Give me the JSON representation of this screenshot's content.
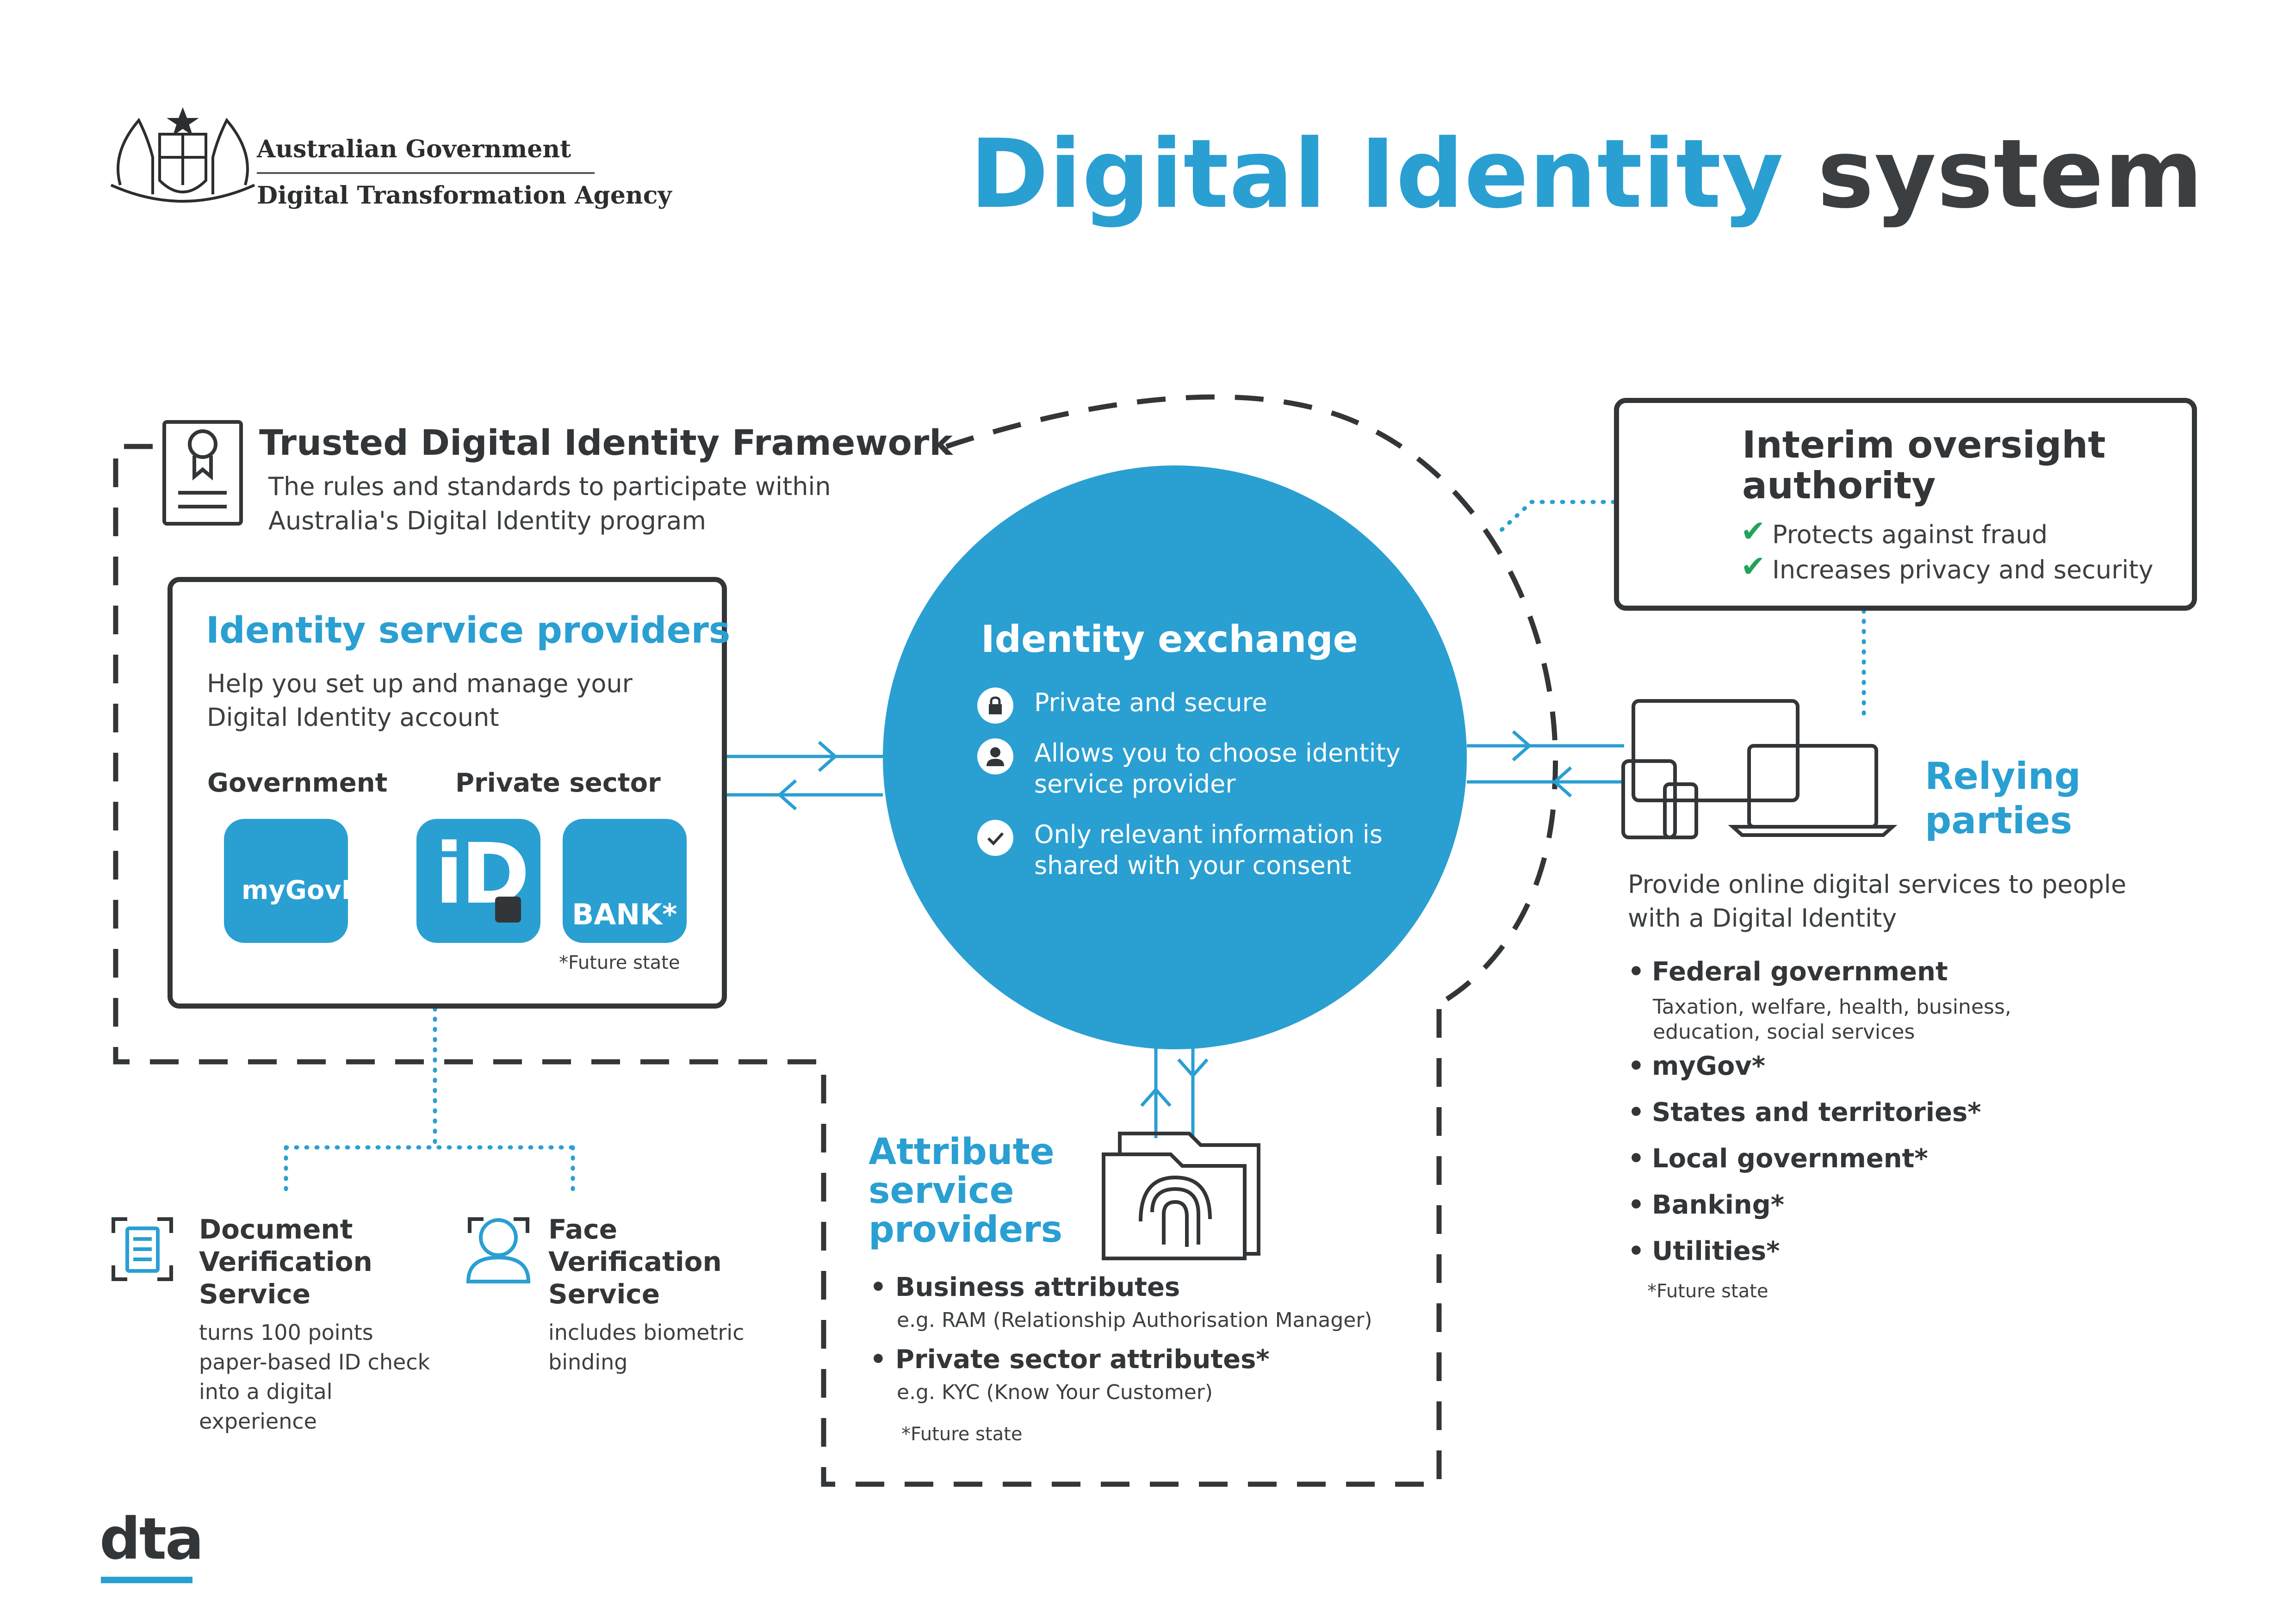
{
  "header": {
    "gov_line1": "Australian Government",
    "gov_line2": "Digital Transformation Agency",
    "title_part1": "Digital Identity",
    "title_part2": "system"
  },
  "colors": {
    "accent": "#2a9fd2",
    "dark": "#333638",
    "check": "#22a35a"
  },
  "tdif": {
    "title": "Trusted Digital Identity Framework",
    "desc": "The rules and standards to participate within Australia's Digital Identity program"
  },
  "isp": {
    "title": "Identity service providers",
    "desc": "Help you set up and manage your Digital Identity account",
    "government_label": "Government",
    "private_label": "Private sector",
    "mygov_tile": "myGovID",
    "id_tile": "iD",
    "bank_tile": "BANK*",
    "future_note": "*Future state"
  },
  "exchange": {
    "title": "Identity exchange",
    "items": [
      {
        "icon": "lock-icon",
        "text": "Private and secure"
      },
      {
        "icon": "person-icon",
        "text": "Allows you to choose identity service provider"
      },
      {
        "icon": "check-circle-icon",
        "text": "Only relevant information is shared with your consent"
      }
    ]
  },
  "oversight": {
    "title": "Interim oversight authority",
    "items": [
      "Protects against fraud",
      "Increases privacy and security"
    ]
  },
  "relying": {
    "title": "Relying parties",
    "desc": "Provide online digital services to people with a Digital Identity",
    "items": [
      {
        "label": "Federal government",
        "sub": "Taxation, welfare, health, business, education, social services"
      },
      {
        "label": "myGov*",
        "sub": ""
      },
      {
        "label": "States and territories*",
        "sub": ""
      },
      {
        "label": "Local government*",
        "sub": ""
      },
      {
        "label": "Banking*",
        "sub": ""
      },
      {
        "label": "Utilities*",
        "sub": ""
      }
    ],
    "future_note": "*Future state"
  },
  "attribute": {
    "title": "Attribute service providers",
    "items": [
      {
        "label": "Business attributes",
        "sub": "e.g. RAM (Relationship Authorisation Manager)"
      },
      {
        "label": "Private sector attributes*",
        "sub": "e.g. KYC (Know Your Customer)"
      }
    ],
    "future_note": "*Future state"
  },
  "dvs": {
    "title": "Document Verification Service",
    "desc": "turns 100 points paper-based ID check into a digital experience"
  },
  "fvs": {
    "title": "Face Verification Service",
    "desc": "includes biometric binding"
  },
  "footer": {
    "logo": "dta"
  }
}
